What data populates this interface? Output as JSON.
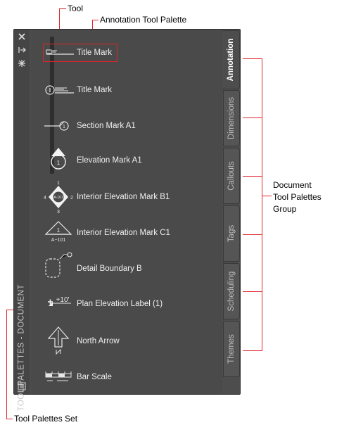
{
  "callouts": {
    "tool": "Tool",
    "annotation_tool_palette": "Annotation Tool Palette",
    "group_line1": "Document",
    "group_line2": "Tool Palettes",
    "group_line3": "Group",
    "tool_palettes_set": "Tool Palettes Set"
  },
  "palette": {
    "set_name": "TOOL PALETTES - DOCUMENT",
    "controls": [
      "close-icon",
      "auto-hide-icon",
      "properties-icon"
    ],
    "tools": [
      {
        "label": "Title Mark",
        "icon": "title-mark-icon"
      },
      {
        "label": "Title Mark",
        "icon": "title-mark-numbered-icon"
      },
      {
        "label": "Section Mark A1",
        "icon": "section-mark-icon"
      },
      {
        "label": "Elevation Mark A1",
        "icon": "elevation-mark-icon"
      },
      {
        "label": "Interior Elevation Mark B1",
        "icon": "interior-elevation-b1-icon"
      },
      {
        "label": "Interior Elevation Mark C1",
        "icon": "interior-elevation-c1-icon"
      },
      {
        "label": "Detail Boundary B",
        "icon": "detail-boundary-icon"
      },
      {
        "label": "Plan Elevation Label (1)",
        "icon": "plan-elevation-label-icon"
      },
      {
        "label": "North Arrow",
        "icon": "north-arrow-icon"
      },
      {
        "label": "Bar Scale",
        "icon": "bar-scale-icon"
      }
    ],
    "icon_text": {
      "elev_num": "1",
      "int_b1_top": "1",
      "int_b1_left": "4",
      "int_b1_center": "A-101",
      "int_b1_right": "2",
      "int_b1_bottom": "3",
      "int_c1_num": "1",
      "int_c1_sheet": "A−101",
      "plan_elev": "+10'"
    },
    "tabs": [
      {
        "label": "Annotation",
        "active": true
      },
      {
        "label": "Dimensions",
        "active": false
      },
      {
        "label": "Callouts",
        "active": false
      },
      {
        "label": "Tags",
        "active": false
      },
      {
        "label": "Scheduling",
        "active": false
      },
      {
        "label": "Themes",
        "active": false
      }
    ]
  },
  "colors": {
    "callout_line": "#e0262c",
    "panel_bg": "#4a4a4a",
    "text": "#f0f0f0"
  }
}
